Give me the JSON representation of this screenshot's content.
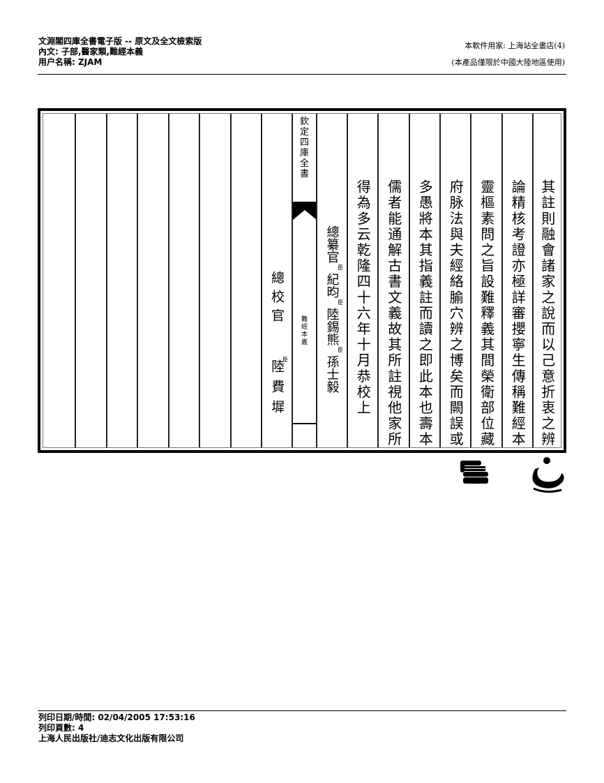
{
  "header": {
    "title_line": "文淵閣四庫全書電子版 -- 原文及全文檢索版",
    "content_line": "內文: 子部,醫家類,難經本義",
    "user_line": "用户名稱: ZJAM",
    "license_line": "本軟件用家: 上海站全書店(4)",
    "restriction_line": "(本產品僅限於中國大陸地區使用)"
  },
  "page": {
    "center_column": {
      "title": [
        "欽",
        "定",
        "四",
        "庫",
        "全",
        "書"
      ],
      "book_name": [
        "難",
        "經",
        "本",
        "義"
      ]
    },
    "columns_right_to_left": [
      {
        "chars": "其註則融會諸家之說而以己意折衷之辨"
      },
      {
        "chars": "論精核考證亦極詳審攖寧生傳稱難經本"
      },
      {
        "chars": "靈樞素問之旨設難釋義其間榮衛部位藏"
      },
      {
        "chars": "府脉法與夫經絡腧穴辨之博矣而闕誤或"
      },
      {
        "chars": "多愚將本其指義註而讀之即此本也壽本"
      },
      {
        "chars": "儒者能通解古書文義故其所註視他家所"
      },
      {
        "chars": "得為多云乾隆四十六年十月恭校上"
      }
    ],
    "compilers_column": {
      "items": [
        {
          "text": "總纂官",
          "marker": "臣"
        },
        {
          "text": "紀昀",
          "marker": "臣"
        },
        {
          "text": "陸錫熊",
          "marker": "臣"
        },
        {
          "text": "孫士毅",
          "marker": ""
        }
      ]
    },
    "proofreader_column": {
      "title": "總校官",
      "marker": "臣",
      "name": "陸費墀"
    },
    "empty_columns": 7
  },
  "logos": {
    "left": "books-logo-icon",
    "right": "publisher-logo-icon"
  },
  "footer": {
    "print_datetime": "列印日期/時間: 02/04/2005 17:53:16",
    "print_pages": "列印頁數: 4",
    "publisher": "上海人民出版社/迪志文化出版有限公司"
  }
}
